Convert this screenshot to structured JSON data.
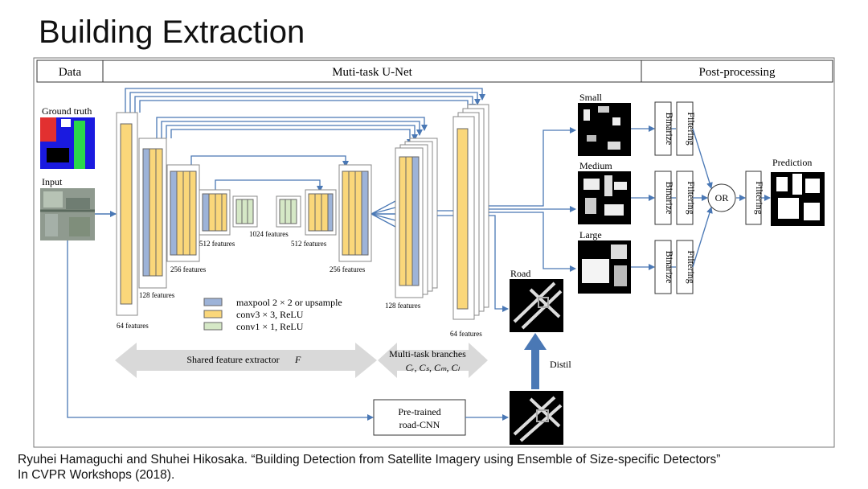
{
  "slide": {
    "title": "Building Extraction",
    "citation_line1": "Ryuhei Hamaguchi and Shuhei Hikosaka. “Building Detection from Satellite Imagery using Ensemble of Size-specific Detectors”",
    "citation_line2": "In CVPR Workshops (2018)."
  },
  "header": {
    "data": "Data",
    "unet": "Muti-task U-Net",
    "post": "Post-processing"
  },
  "inputs": {
    "ground_truth": "Ground truth",
    "input": "Input"
  },
  "features": {
    "f64": "64 features",
    "f128": "128 features",
    "f256": "256 features",
    "f512": "512 features",
    "f1024": "1024 features",
    "f512b": "512 features",
    "f256b": "256 features",
    "f128b": "128 features",
    "f64b": "64 features"
  },
  "legend": {
    "blue": "maxpool 2 × 2 or upsample",
    "yellow": "conv3 × 3, ReLU",
    "green": "conv1 × 1, ReLU"
  },
  "arrows": {
    "shared": "Shared feature extractor",
    "shared_var": "F",
    "multitask": "Multi-task branches",
    "branches": "Cᵣ, Cₛ, Cₘ, Cₗ"
  },
  "outputs": {
    "small": "Small",
    "medium": "Medium",
    "large": "Large",
    "road": "Road",
    "distil": "Distil",
    "pretrained_line1": "Pre-trained",
    "pretrained_line2": "road-CNN",
    "binarize": "Binarize",
    "filtering": "Filtering",
    "or": "OR",
    "prediction": "Prediction"
  },
  "colors": {
    "blue": "#9db3d8",
    "yellow": "#fad77a",
    "green": "#d5e8c6",
    "arrow": "#4a78b5",
    "gray_arrow": "#d9d9d9"
  }
}
